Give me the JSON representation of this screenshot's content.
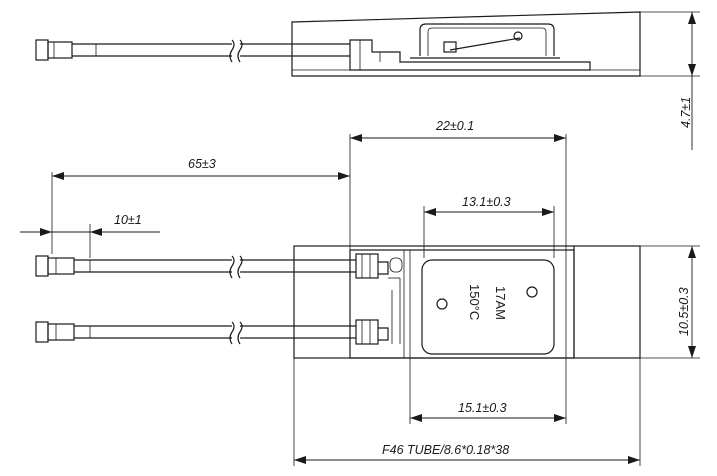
{
  "dimensions": {
    "thickness": "4.7±1",
    "body_length": "22±0.1",
    "lead_length": "65±3",
    "stripped_length": "10±1",
    "window_length": "13.1±0.3",
    "width": "10.5±0.3",
    "cap_length": "15.1±0.3",
    "tube": "F46 TUBE/8.6*0.18*38"
  },
  "marking": {
    "model": "17AM",
    "temperature": "150°C"
  }
}
